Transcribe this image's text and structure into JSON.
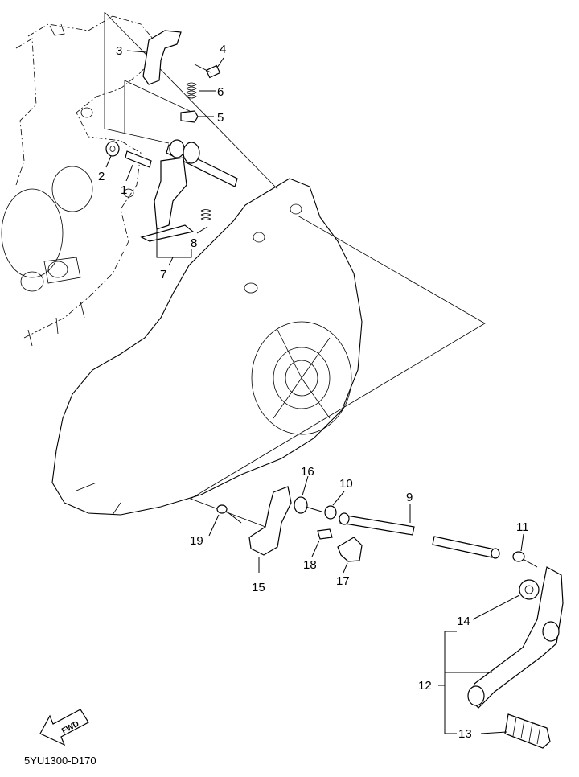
{
  "diagram": {
    "drawing_code": "5YU1300-D170",
    "direction_label": "FWD",
    "callouts": [
      {
        "id": "1",
        "label": "1"
      },
      {
        "id": "2",
        "label": "2"
      },
      {
        "id": "3",
        "label": "3"
      },
      {
        "id": "4",
        "label": "4"
      },
      {
        "id": "5",
        "label": "5"
      },
      {
        "id": "6",
        "label": "6"
      },
      {
        "id": "7",
        "label": "7"
      },
      {
        "id": "8",
        "label": "8"
      },
      {
        "id": "9",
        "label": "9"
      },
      {
        "id": "10",
        "label": "10"
      },
      {
        "id": "11",
        "label": "11"
      },
      {
        "id": "12",
        "label": "12"
      },
      {
        "id": "13",
        "label": "13"
      },
      {
        "id": "14",
        "label": "14"
      },
      {
        "id": "15",
        "label": "15"
      },
      {
        "id": "16",
        "label": "16"
      },
      {
        "id": "17",
        "label": "17"
      },
      {
        "id": "18",
        "label": "18"
      },
      {
        "id": "19",
        "label": "19"
      }
    ]
  }
}
